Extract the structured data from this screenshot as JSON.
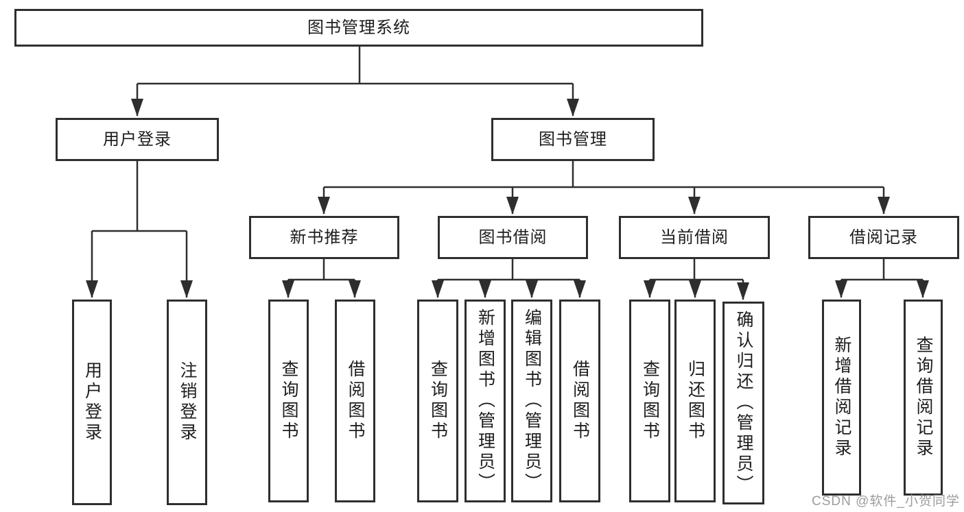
{
  "diagram": {
    "root": "图书管理系统",
    "level2": [
      "用户登录",
      "图书管理"
    ],
    "level3": [
      "新书推荐",
      "图书借阅",
      "当前借阅",
      "借阅记录"
    ],
    "group_user_login": [
      "用户登录",
      "注销登录"
    ],
    "group_new_book": [
      "查询图书",
      "借阅图书"
    ],
    "group_book_borrow": [
      "查询图书",
      "新增图书（管理员）",
      "编辑图书（管理员）",
      "借阅图书"
    ],
    "group_current_borrow": [
      "查询图书",
      "归还图书",
      "确认归还（管理员）"
    ],
    "group_borrow_records": [
      "新增借阅记录",
      "查询借阅记录"
    ]
  },
  "watermark": {
    "text": "CSDN @软件_小贺同学",
    "color": "#9c9c9c"
  },
  "colors": {
    "line": "#2e2e2e",
    "border": "#2e2e2e",
    "text": "#1d1d1d",
    "background": "#ffffff"
  }
}
